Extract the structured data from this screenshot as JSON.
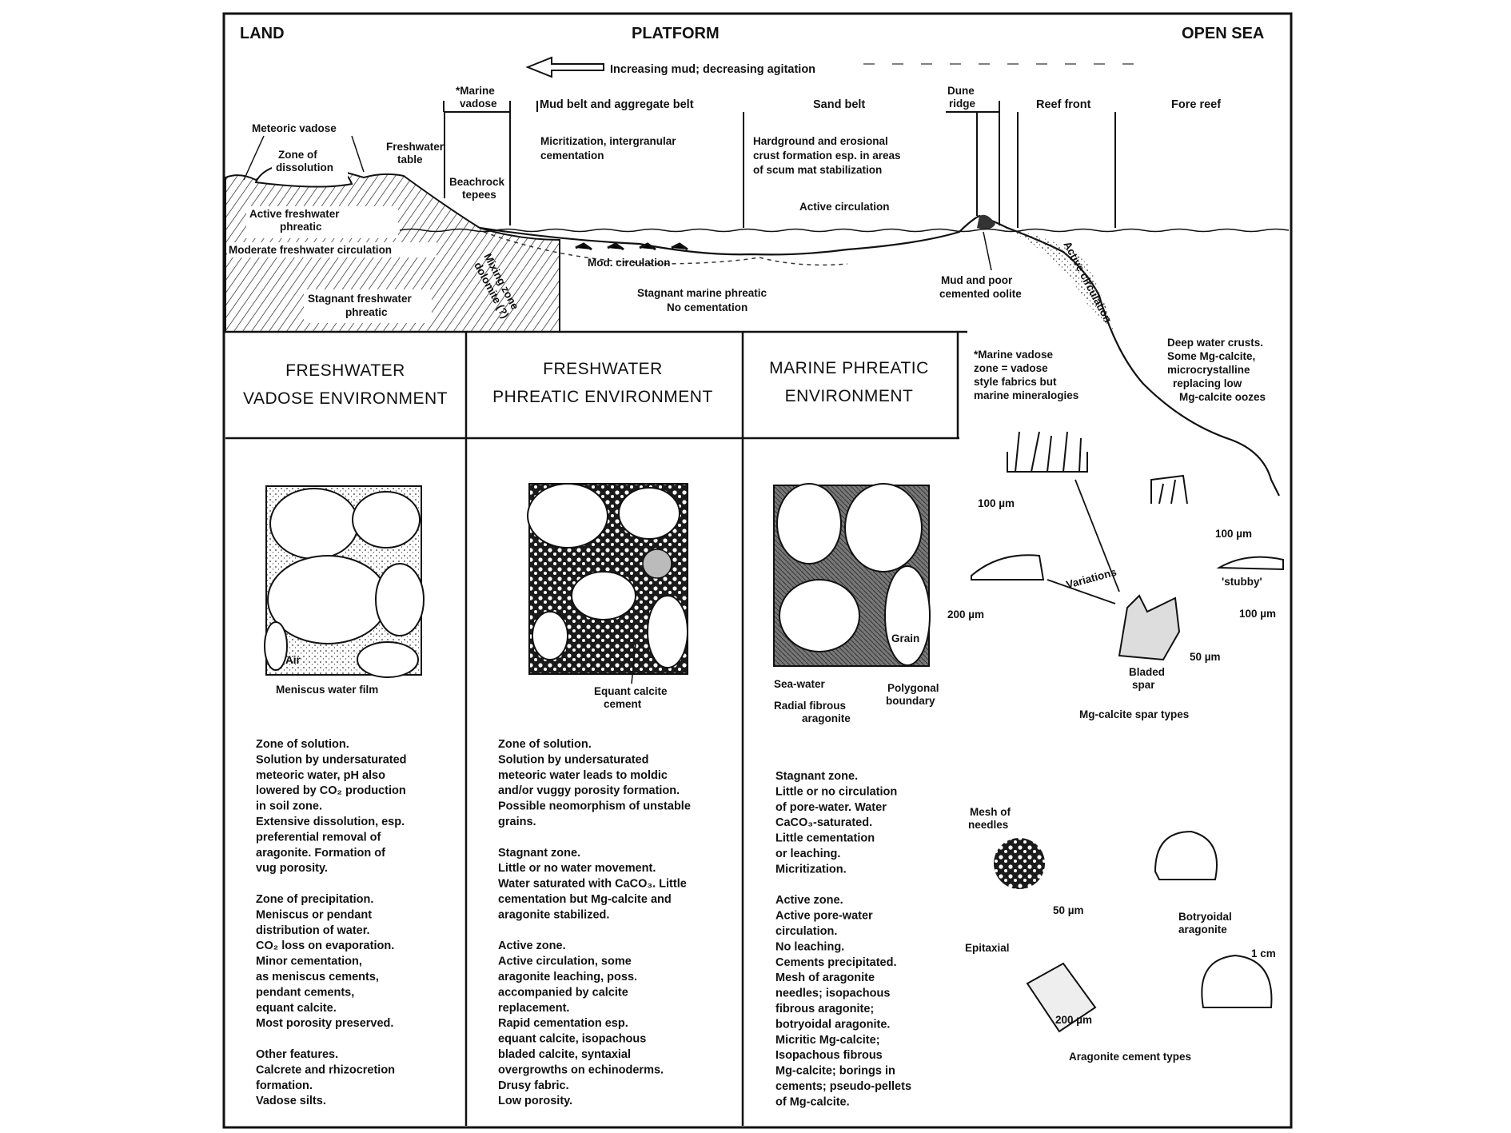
{
  "header": {
    "land": "LAND",
    "platform": "PLATFORM",
    "open_sea": "OPEN SEA",
    "gradient": "Increasing mud; decreasing agitation"
  },
  "belts": {
    "marine_vadose": [
      "*Marine",
      "vadose"
    ],
    "mud_belt": "Mud belt and aggregate belt",
    "sand_belt": "Sand belt",
    "dune_ridge": [
      "Dune",
      "ridge"
    ],
    "reef_front": "Reef front",
    "fore_reef": "Fore reef",
    "mud_belt_desc": [
      "Micritization, intergranular",
      "cementation"
    ],
    "sand_belt_desc": [
      "Hardground and erosional",
      "crust formation esp. in areas",
      "of scum mat stabilization"
    ]
  },
  "profile": {
    "meteoric_vadose": "Meteoric vadose",
    "zone_dissolution": [
      "Zone of",
      "dissolution"
    ],
    "freshwater_table": [
      "Freshwater",
      "table"
    ],
    "beachrock": [
      "Beachrock",
      "tepees"
    ],
    "active_freshwater": [
      "Active freshwater",
      "phreatic"
    ],
    "moderate_freshwater": "Moderate freshwater circulation",
    "stagnant_freshwater": [
      "Stagnant freshwater",
      "phreatic"
    ],
    "mixing_zone": [
      "Mixing zone",
      "dolomite (?)"
    ],
    "mod_circulation": "Mod. circulation",
    "stagnant_marine": [
      "Stagnant marine phreatic",
      "No cementation"
    ],
    "active_circulation": "Active circulation",
    "mud_poor": [
      "Mud and poor",
      "cemented oolite"
    ],
    "active_circulation_reef": "Active circulation",
    "deep_water": [
      "Deep water crusts.",
      "Some Mg-calcite,",
      "microcrystalline",
      "replacing low",
      "Mg-calcite oozes"
    ]
  },
  "environments": {
    "fw_vadose": [
      "FRESHWATER",
      "VADOSE ENVIRONMENT"
    ],
    "fw_phreatic": [
      "FRESHWATER",
      "PHREATIC ENVIRONMENT"
    ],
    "marine_phreatic": [
      "MARINE PHREATIC",
      "ENVIRONMENT"
    ],
    "marine_vadose_note": [
      "*Marine vadose",
      "zone = vadose",
      "style fabrics but",
      "marine mineralogies"
    ]
  },
  "figures": {
    "meniscus": "Meniscus water film",
    "air": "Air",
    "equant": [
      "Equant calcite",
      "cement"
    ],
    "grain": "Grain",
    "sea_water": "Sea-water",
    "polygonal": [
      "Polygonal",
      "boundary"
    ],
    "radial": [
      "Radial fibrous",
      "aragonite"
    ]
  },
  "columns": {
    "vadose": [
      "Zone of solution.",
      "Solution by undersaturated",
      "meteoric water, pH also",
      "lowered by CO₂ production",
      "in soil zone.",
      "Extensive dissolution, esp.",
      "preferential removal of",
      "aragonite. Formation of",
      "vug porosity.",
      "",
      "Zone of precipitation.",
      "Meniscus or pendant",
      "distribution of water.",
      "CO₂ loss on evaporation.",
      "Minor cementation,",
      "as meniscus cements,",
      "pendant cements,",
      "equant calcite.",
      "Most porosity preserved.",
      "",
      "Other features.",
      "Calcrete and rhizocretion",
      "formation.",
      "Vadose silts."
    ],
    "phreatic": [
      "Zone of solution.",
      "Solution by undersaturated",
      "meteoric water leads to moldic",
      "and/or vuggy porosity formation.",
      "Possible neomorphism of unstable",
      "grains.",
      "",
      "Stagnant zone.",
      "Little or no water movement.",
      "Water saturated with CaCO₃. Little",
      "cementation but Mg-calcite and",
      "aragonite stabilized.",
      "",
      "Active zone.",
      "Active circulation, some",
      "aragonite leaching, poss.",
      "accompanied by calcite",
      "replacement.",
      "Rapid cementation esp.",
      "equant calcite, isopachous",
      "bladed calcite, syntaxial",
      "overgrowths on echinoderms.",
      "Drusy fabric.",
      "Low porosity."
    ],
    "marine": [
      "Stagnant zone.",
      "Little or no circulation",
      "of pore-water. Water",
      "CaCO₃-saturated.",
      "Little cementation",
      "or leaching.",
      "Micritization.",
      "",
      "Active zone.",
      "Active pore-water",
      "circulation.",
      "No leaching.",
      "Cements precipitated.",
      "Mesh of aragonite",
      "needles; isopachous",
      "fibrous aragonite;",
      "botryoidal aragonite.",
      "Micritic Mg-calcite;",
      "Isopachous fibrous",
      "Mg-calcite; borings in",
      "cements; pseudo-pellets",
      "of Mg-calcite."
    ]
  },
  "cements": {
    "scale_100um_a": "100 µm",
    "scale_100um_b": "100 µm",
    "scale_100um_c": "100 µm",
    "scale_200um": "200 µm",
    "scale_50um": "50 µm",
    "variations": "Variations",
    "stubby": "'stubby'",
    "bladed": [
      "Bladed",
      "spar"
    ],
    "mg_calcite_types": "Mg-calcite spar types",
    "mesh": [
      "Mesh of",
      "needles"
    ],
    "scale_50um_b": "50 µm",
    "botryoidal": [
      "Botryoidal",
      "aragonite"
    ],
    "scale_1cm": "1 cm",
    "epitaxial": "Epitaxial",
    "scale_200um_b": "200 µm",
    "aragonite_types": "Aragonite cement types"
  }
}
